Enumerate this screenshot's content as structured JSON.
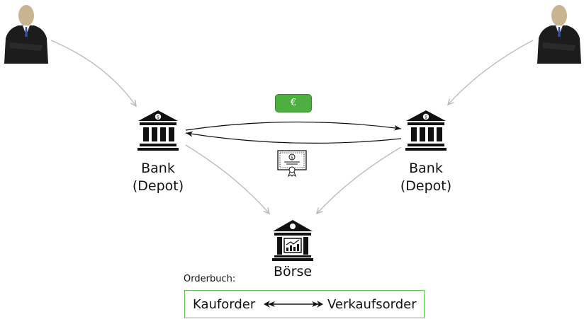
{
  "banks": [
    {
      "label_line1": "Bank",
      "label_line2": "(Depot)",
      "icon": "bank-icon"
    },
    {
      "label_line1": "Bank",
      "label_line2": "(Depot)",
      "icon": "bank-icon"
    }
  ],
  "exchange": {
    "label": "Börse",
    "icon": "exchange-building-icon"
  },
  "payment": {
    "symbol": "€",
    "color": "#4caf3f"
  },
  "certificate": {
    "icon": "certificate-icon"
  },
  "orderbook": {
    "title": "Orderbuch:",
    "buy_order": "Kauforder",
    "sell_order": "Verkaufsorder",
    "border_color": "#57c44e"
  },
  "people": [
    {
      "icon": "investor-icon"
    },
    {
      "icon": "investor-icon"
    }
  ]
}
